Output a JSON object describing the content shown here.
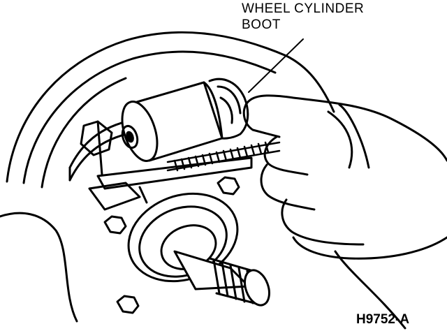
{
  "callout": {
    "line1": "WHEEL CYLINDER",
    "line2": "BOOT"
  },
  "figure_id": "H9752-A",
  "colors": {
    "ink": "#000000",
    "paper": "#ffffff"
  }
}
